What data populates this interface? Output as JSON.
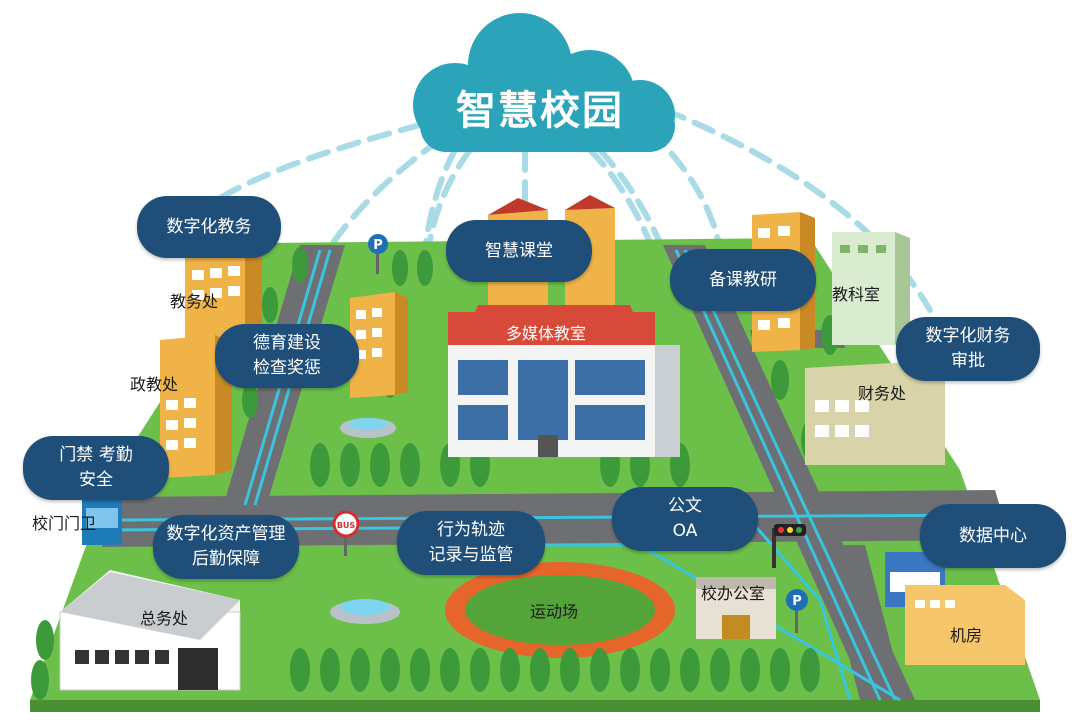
{
  "title": "智慧校园",
  "bubbles": {
    "digital_teaching": "数字化教务",
    "smart_classroom": "智慧课堂",
    "lesson_prep": "备课教研",
    "moral_line1": "德育建设",
    "moral_line2": "检查奖惩",
    "finance_line1": "数字化财务",
    "finance_line2": "审批",
    "access_line1": "门禁 考勤",
    "access_line2": "安全",
    "assets_line1": "数字化资产管理",
    "assets_line2": "后勤保障",
    "behavior_line1": "行为轨迹",
    "behavior_line2": "记录与监管",
    "doc_line1": "公文",
    "doc_line2": "OA",
    "data_center": "数据中心"
  },
  "buildings": {
    "academic_office": "教务处",
    "political_office": "政教处",
    "multimedia": "多媒体教室",
    "research_office": "教科室",
    "finance_office": "财务处",
    "gate": "校门门卫",
    "general_affairs": "总务处",
    "playground": "运动场",
    "principal_office": "校办公室",
    "computer_room": "机房"
  },
  "signs": {
    "bus": "BUS",
    "parking": "P"
  },
  "colors": {
    "navy": "#1f4e79",
    "cloud": "#2ba3b8",
    "grass": "#6cc04a",
    "road": "#6e6f73",
    "track": "#e5652a"
  }
}
